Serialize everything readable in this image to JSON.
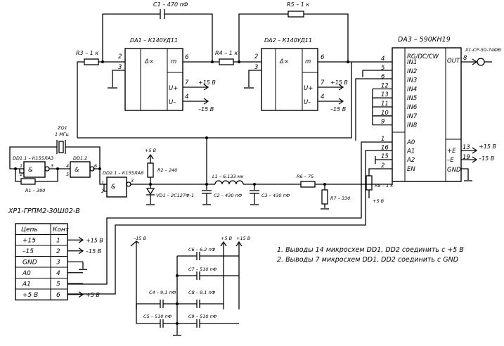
{
  "components": {
    "C1": "C1 – 470 пФ",
    "R5": "R5 – 1 к",
    "DA1": "DA1 – К140УД11",
    "DA2": "DA2 – К140УД11",
    "DA3": "DA3 – 590КН19",
    "X1": "X1-СР-50-74ФВ",
    "R3": "R3 – 1 к",
    "R4": "R4 – 1 к",
    "ZQ1": "ZQ1",
    "ZQ1_freq": "1 МГц",
    "DD11": "DD1.1 – К155ЛА3",
    "DD12": "DD1.2",
    "DD21": "DD2.1 – К155ЛА8",
    "R1": "R1 – 390",
    "R2": "R2 – 240",
    "VD1": "VD1 – 2С127Ф-1",
    "L1": "L1 – 6,133 мк",
    "C2": "C2 – 430 пФ",
    "C3": "C3 – 430 пФ",
    "R6": "R6 – 75",
    "R7": "R7 – 330",
    "R8": "R8 – 1 к",
    "XP1": "XP1-ГРПМ2-30Ш02-В",
    "C4": "C4 – 9,1 пФ",
    "C5": "C5 – 510 пФ",
    "C6": "C6 – 6,2 пФ",
    "C7": "C7 – 510 пФ",
    "C8": "C8 – 9,1 пФ",
    "C9": "C9 – 510 пФ"
  },
  "opamp": {
    "delta": "Δ∞",
    "m": "m",
    "u_plus": "U+",
    "u_minus": "U–",
    "pin_in_inv": "2",
    "pin_in_noninv": "3",
    "pin_out": "6",
    "pin_vp": "7",
    "pin_vm": "4",
    "rail_p": "+15 В",
    "rail_m": "–15 В"
  },
  "da3": {
    "header": "RG/DC/CW",
    "out": "OUT",
    "inputs": [
      "IN1",
      "IN2",
      "IN3",
      "IN4",
      "IN5",
      "IN6",
      "IN7",
      "IN8"
    ],
    "input_pins": [
      "4",
      "5",
      "6",
      "12",
      "13",
      "11",
      "10",
      "9"
    ],
    "addr": [
      "A0",
      "A1",
      "A2",
      "EN"
    ],
    "addr_pins": [
      "1",
      "16",
      "15",
      "2"
    ],
    "power": [
      "+E",
      "–E",
      "GND"
    ],
    "power_pins": [
      "13",
      "19",
      ""
    ],
    "out_pin": "8",
    "supply_p": "+15 В",
    "supply_m": "–15 В"
  },
  "gates": {
    "and_sym": "&",
    "dd11_in1": "1",
    "dd11_in2": "2",
    "dd11_out": "3",
    "dd12_in": "4",
    "dd12_out": "6",
    "dd12_in2": "5",
    "dd21_in1": "1",
    "dd21_in2": "2",
    "dd21_out": "3"
  },
  "supplies": {
    "plus5_top": "+5 В",
    "plus5_r8": "+5 В",
    "m15_bank": "–15 В",
    "p5_bank": "+5 В",
    "p15_bank": "+15 В"
  },
  "connector_table": {
    "headers": [
      "Цепь",
      "Конт"
    ],
    "rows": [
      {
        "net": "+15",
        "pin": "1",
        "label": "+15 В"
      },
      {
        "net": "–15",
        "pin": "2",
        "label": "–15 В"
      },
      {
        "net": "GND",
        "pin": "3",
        "label": ""
      },
      {
        "net": "A0",
        "pin": "4",
        "label": ""
      },
      {
        "net": "A1",
        "pin": "5",
        "label": ""
      },
      {
        "net": "+5 В",
        "pin": "6",
        "label": "+5 В"
      }
    ]
  },
  "notes": [
    "1. Выводы 14 микросхем DD1, DD2 соединить с +5 В",
    "2. Выводы 7 микросхем DD1, DD2 соединить с GND"
  ]
}
